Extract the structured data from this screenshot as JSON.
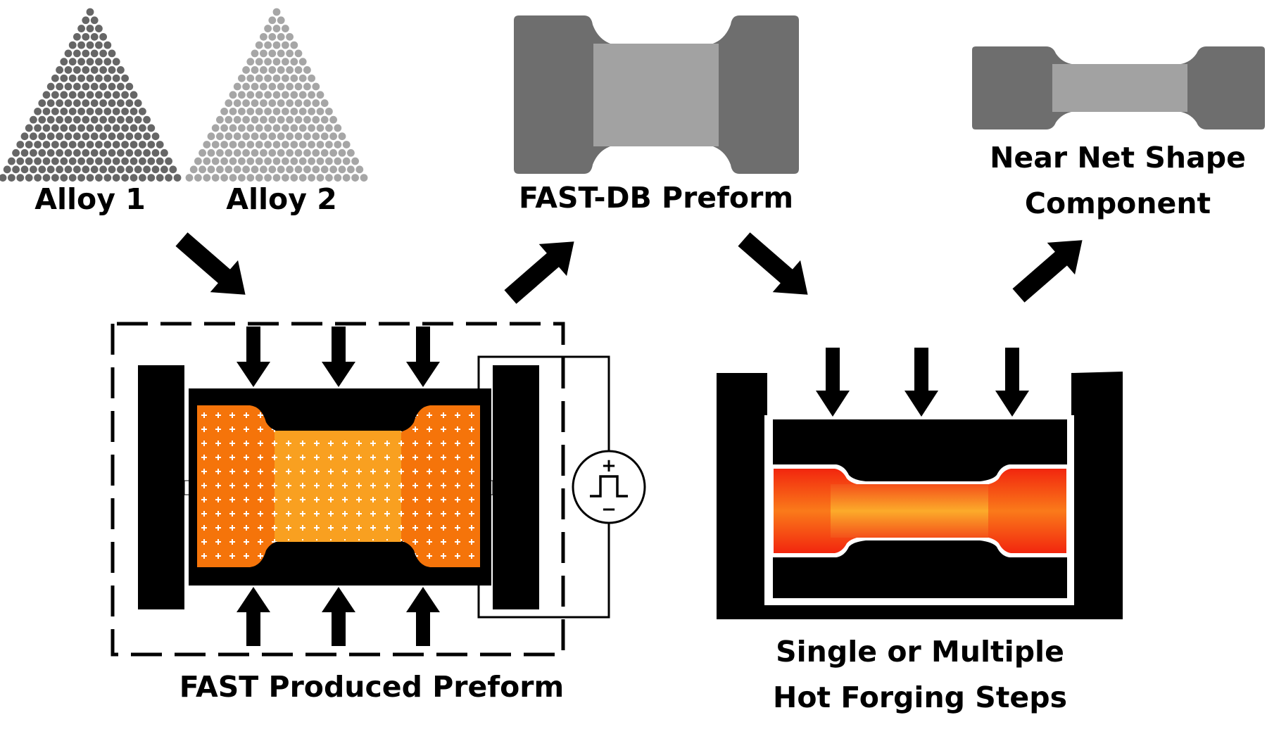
{
  "labels": {
    "alloy1": "Alloy 1",
    "alloy2": "Alloy 2",
    "fast_db_preform": "FAST-DB Preform",
    "near_net_line1": "Near Net Shape",
    "near_net_line2": "Component",
    "fast_produced_preform": "FAST Produced Preform",
    "forging_line1": "Single or Multiple",
    "forging_line2": "Hot Forging Steps"
  },
  "pulse_source": {
    "plus_sign": "+",
    "minus_sign": "−"
  },
  "colors": {
    "alloy1_powder": "#666666",
    "alloy2_powder": "#a6a6a6",
    "preform_dark": "#6e6e6e",
    "preform_light": "#a2a2a2",
    "fast_orange_outer": "#f5740a",
    "fast_orange_center": "#f9a020",
    "forged_red": "#f44414",
    "forged_orange": "#f8941c",
    "tooling": "#000000"
  }
}
